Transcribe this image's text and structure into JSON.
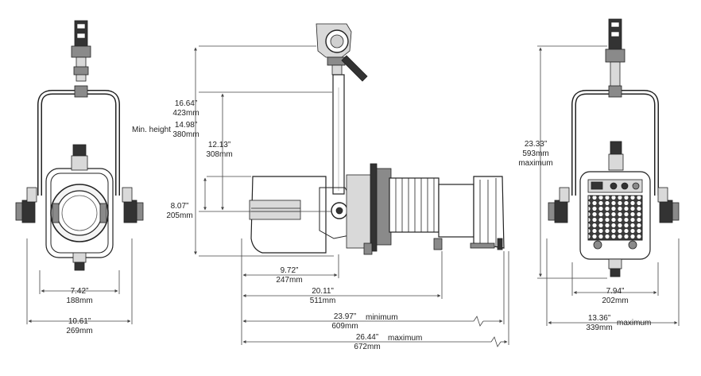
{
  "front": {
    "width_in": "7.42”",
    "width_mm": "188mm",
    "overall_in": "10.61”",
    "overall_mm": "269mm"
  },
  "side": {
    "min_height_label": "Min. height",
    "h1_in": "16.64”",
    "h1_mm": "423mm",
    "h2_in": "14.98”",
    "h2_mm": "380mm",
    "h3_in": "12.13”",
    "h3_mm": "308mm",
    "h4_in": "8.07”",
    "h4_mm": "205mm",
    "l1_in": "9.72”",
    "l1_mm": "247mm",
    "l2_in": "20.11”",
    "l2_mm": "511mm",
    "l3_in": "23.97”",
    "l3_mm": "609mm",
    "l3_note": "minimum",
    "l4_in": "26.44”",
    "l4_mm": "672mm",
    "l4_note": "maximum"
  },
  "rear": {
    "height_in": "23.33”",
    "height_mm": "593mm",
    "height_note": "maximum",
    "width_in": "7.94”",
    "width_mm": "202mm",
    "overall_in": "13.36”",
    "overall_mm": "339mm",
    "overall_note": "maximum"
  }
}
